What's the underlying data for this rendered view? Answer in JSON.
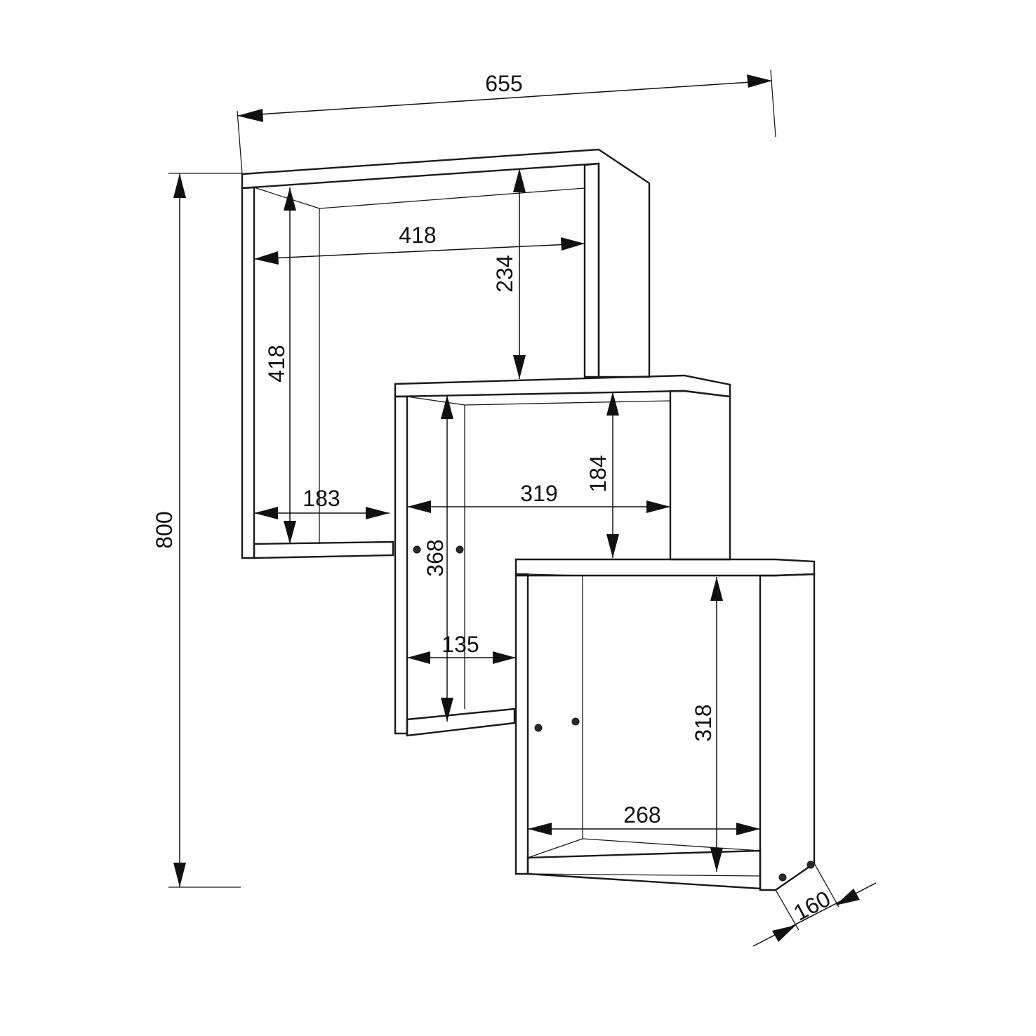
{
  "diagram": {
    "dimensions": {
      "total_width": "655",
      "total_height": "800",
      "depth": "160",
      "top_inner_width": "418",
      "top_inner_height": "418",
      "top_gap": "234",
      "top_compartment": "183",
      "middle_inner_width": "319",
      "middle_gap": "184",
      "middle_inner_height": "368",
      "middle_compartment": "135",
      "bottom_inner_height": "318",
      "bottom_inner_width": "268"
    }
  }
}
